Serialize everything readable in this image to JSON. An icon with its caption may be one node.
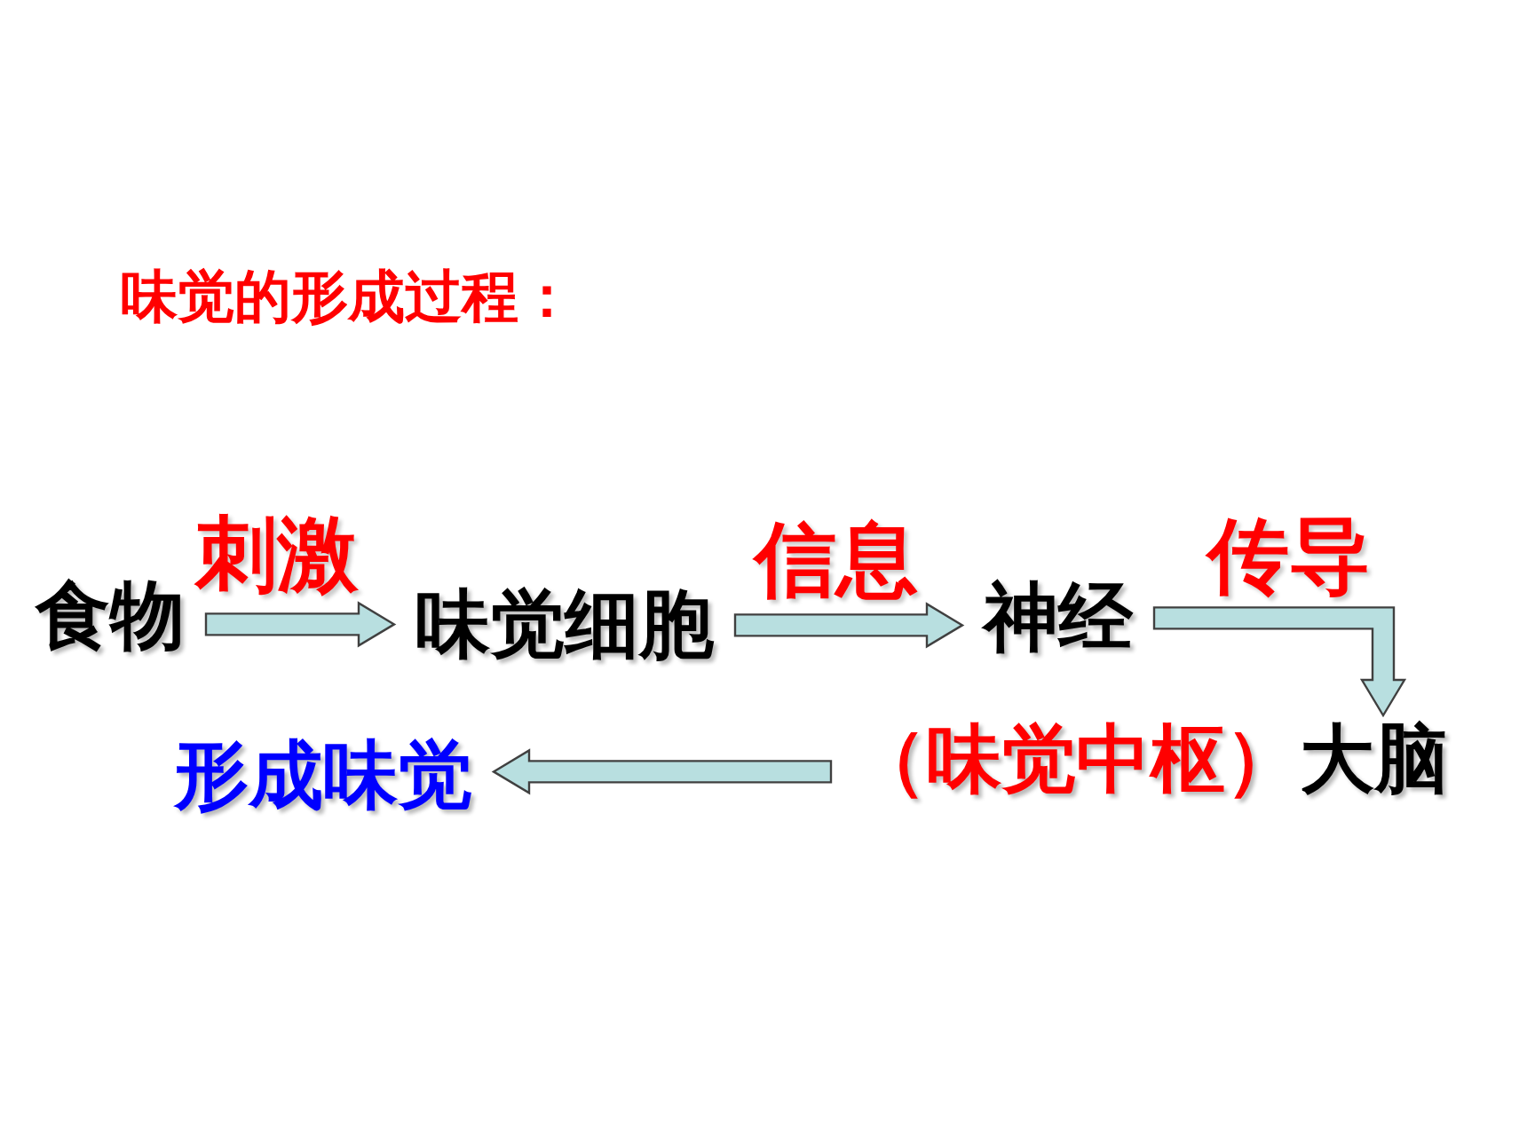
{
  "diagram": {
    "title": "味觉的形成过程：",
    "nodes": [
      {
        "text": [
          "食物"
        ]
      },
      {
        "text": [
          "味觉细胞"
        ]
      },
      {
        "text": [
          "神经"
        ]
      },
      {
        "text": [
          "大脑"
        ],
        "beside": [
          "（味觉中枢）"
        ]
      },
      {
        "text": [
          "形成味觉"
        ]
      }
    ],
    "edges": [
      {
        "from": 0,
        "to": 1,
        "arrow": "to",
        "label": "刺激"
      },
      {
        "from": 1,
        "to": 2,
        "arrow": "to",
        "label": "信息"
      },
      {
        "from": 2,
        "to": 3,
        "arrow": "to",
        "label": "传导"
      },
      {
        "from": 3,
        "to": 4,
        "arrow": "to"
      }
    ]
  }
}
